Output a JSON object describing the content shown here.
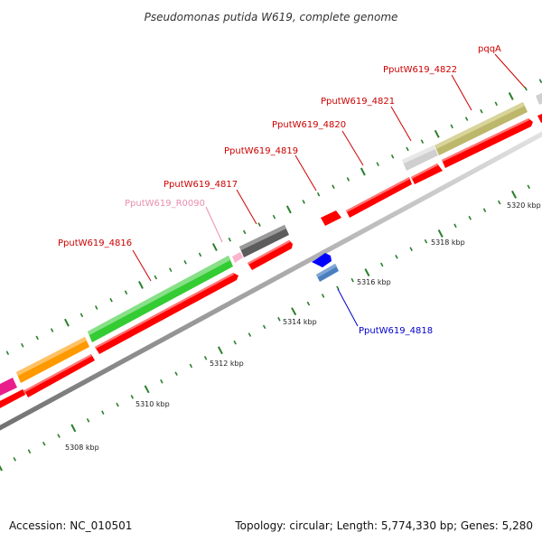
{
  "title": "Pseudomonas putida W619, complete genome",
  "footer": {
    "accession": "Accession: NC_010501",
    "summary": "Topology: circular; Length: 5,774,330 bp; Genes: 5,280"
  },
  "colors": {
    "label_red": "#cc0000",
    "label_blue": "#0000cc",
    "label_pink": "#e88fb0",
    "cds_red": "#ff0000",
    "axis_gray": "#a6a6a6",
    "tick_green": "#2a7f2a"
  },
  "scale_labels": [
    {
      "kbp": 5308,
      "text": "5308 kbp"
    },
    {
      "kbp": 5310,
      "text": "5310 kbp"
    },
    {
      "kbp": 5312,
      "text": "5312 kbp"
    },
    {
      "kbp": 5314,
      "text": "5314 kbp"
    },
    {
      "kbp": 5316,
      "text": "5316 kbp"
    },
    {
      "kbp": 5318,
      "text": "5318 kbp"
    },
    {
      "kbp": 5320,
      "text": "5320 kbp"
    }
  ],
  "gene_labels": [
    {
      "name": "PputW619_4816",
      "color": "red"
    },
    {
      "name": "PputW619_R0090",
      "color": "pink"
    },
    {
      "name": "PputW619_4817",
      "color": "red"
    },
    {
      "name": "PputW619_4819",
      "color": "red"
    },
    {
      "name": "PputW619_4820",
      "color": "red"
    },
    {
      "name": "PputW619_4821",
      "color": "red"
    },
    {
      "name": "PputW619_4822",
      "color": "red"
    },
    {
      "name": "pqqA",
      "color": "red"
    },
    {
      "name": "PputW619_4818",
      "color": "blue"
    }
  ]
}
